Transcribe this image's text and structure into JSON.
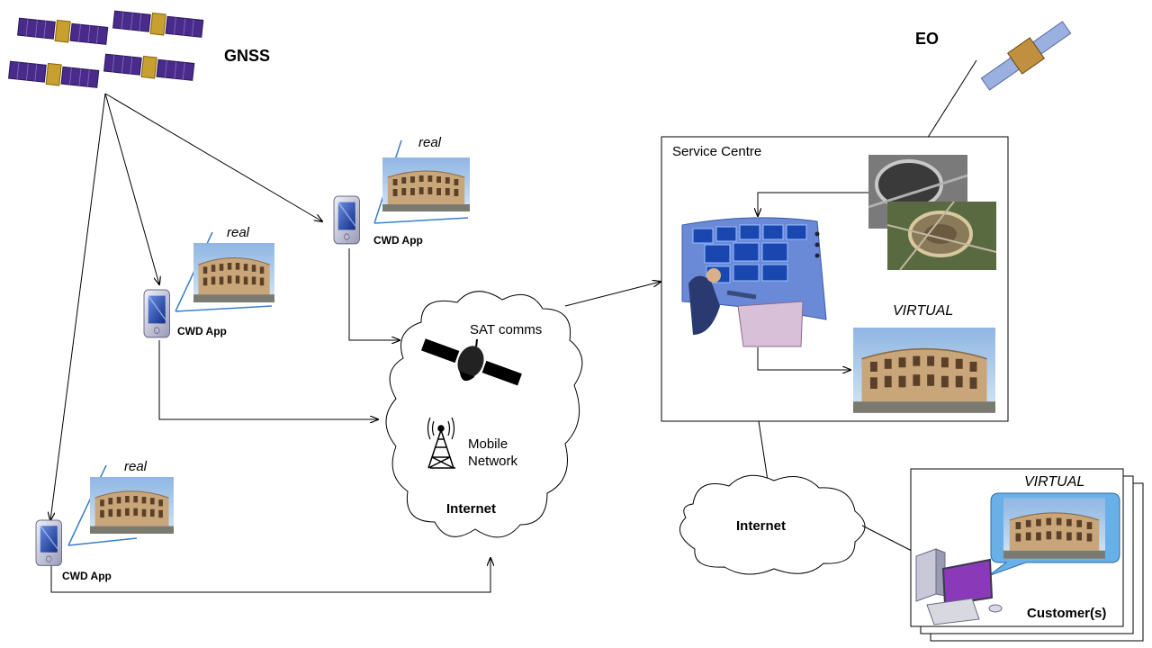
{
  "gnss_label": "GNSS",
  "eo_label": "EO",
  "service_centre_label": "Service Centre",
  "virtual_label": "VIRTUAL",
  "customer_virtual_label": "VIRTUAL",
  "sat_comms_label": "SAT comms",
  "mobile_network_label": "Mobile\nNetwork",
  "internet_label": "Internet",
  "internet2_label": "Internet",
  "customers_label": "Customer(s)",
  "devices": [
    {
      "app_label": "CWD App",
      "photo_label": "real"
    },
    {
      "app_label": "CWD App",
      "photo_label": "real"
    },
    {
      "app_label": "CWD App",
      "photo_label": "real"
    }
  ],
  "colors": {
    "satellite_panel": "#4a2a8a",
    "satellite_body": "#c8a030",
    "phone_screen": "#2040a0",
    "stone": "#c9a67a",
    "sky": "#9cc0e6",
    "screen_blue": "#1a46b0",
    "monitor_bg": "#6ab0e8",
    "ray_blue": "#3a7fc8"
  }
}
